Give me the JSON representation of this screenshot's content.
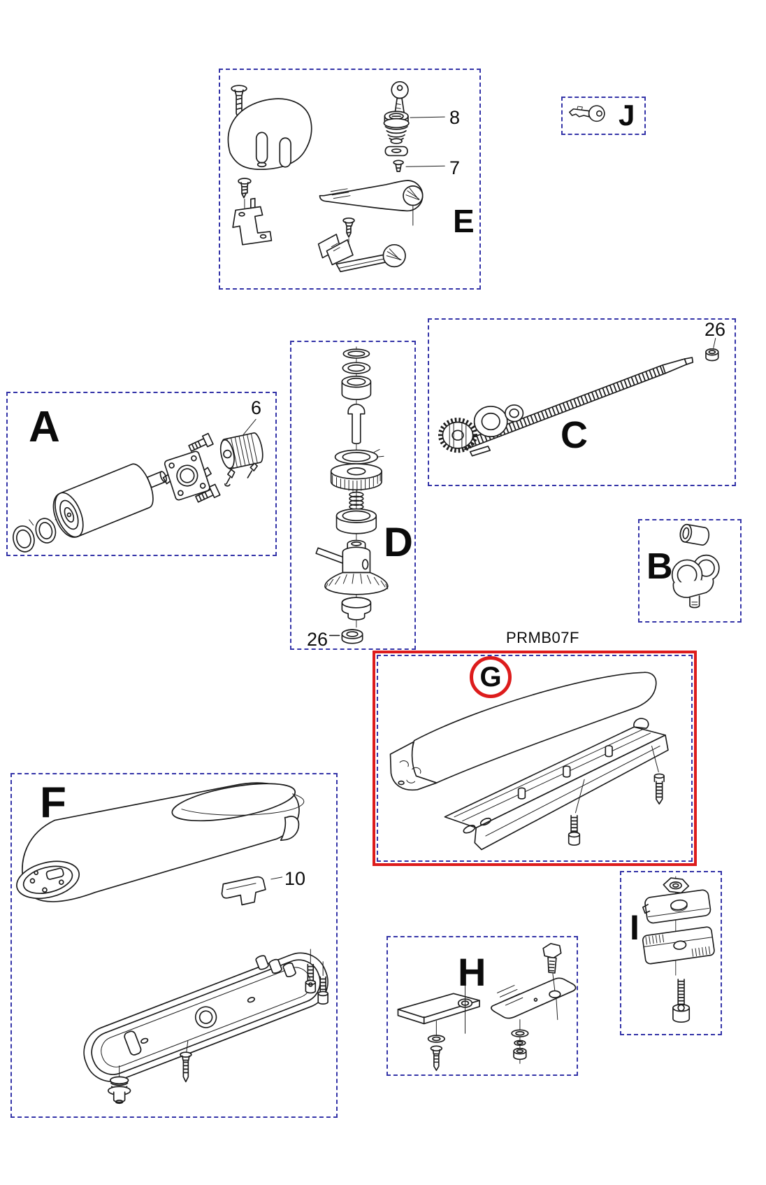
{
  "diagram": {
    "background_color": "#ffffff",
    "artwork_color": "#1c1c1c",
    "group_border_color": "#3434a8",
    "highlight_border_color": "#dd1c1c",
    "sections": {
      "A": {
        "label": "A",
        "part_refs": [
          "6"
        ]
      },
      "B": {
        "label": "B"
      },
      "C": {
        "label": "C",
        "part_refs": [
          "26"
        ]
      },
      "D": {
        "label": "D",
        "part_refs": [
          "26"
        ]
      },
      "E": {
        "label": "E",
        "part_refs": [
          "8",
          "7"
        ]
      },
      "F": {
        "label": "F",
        "part_refs": [
          "10"
        ]
      },
      "G": {
        "label": "G",
        "code": "PRMB07F",
        "highlighted": true
      },
      "H": {
        "label": "H"
      },
      "I": {
        "label": "I"
      },
      "J": {
        "label": "J"
      }
    }
  }
}
